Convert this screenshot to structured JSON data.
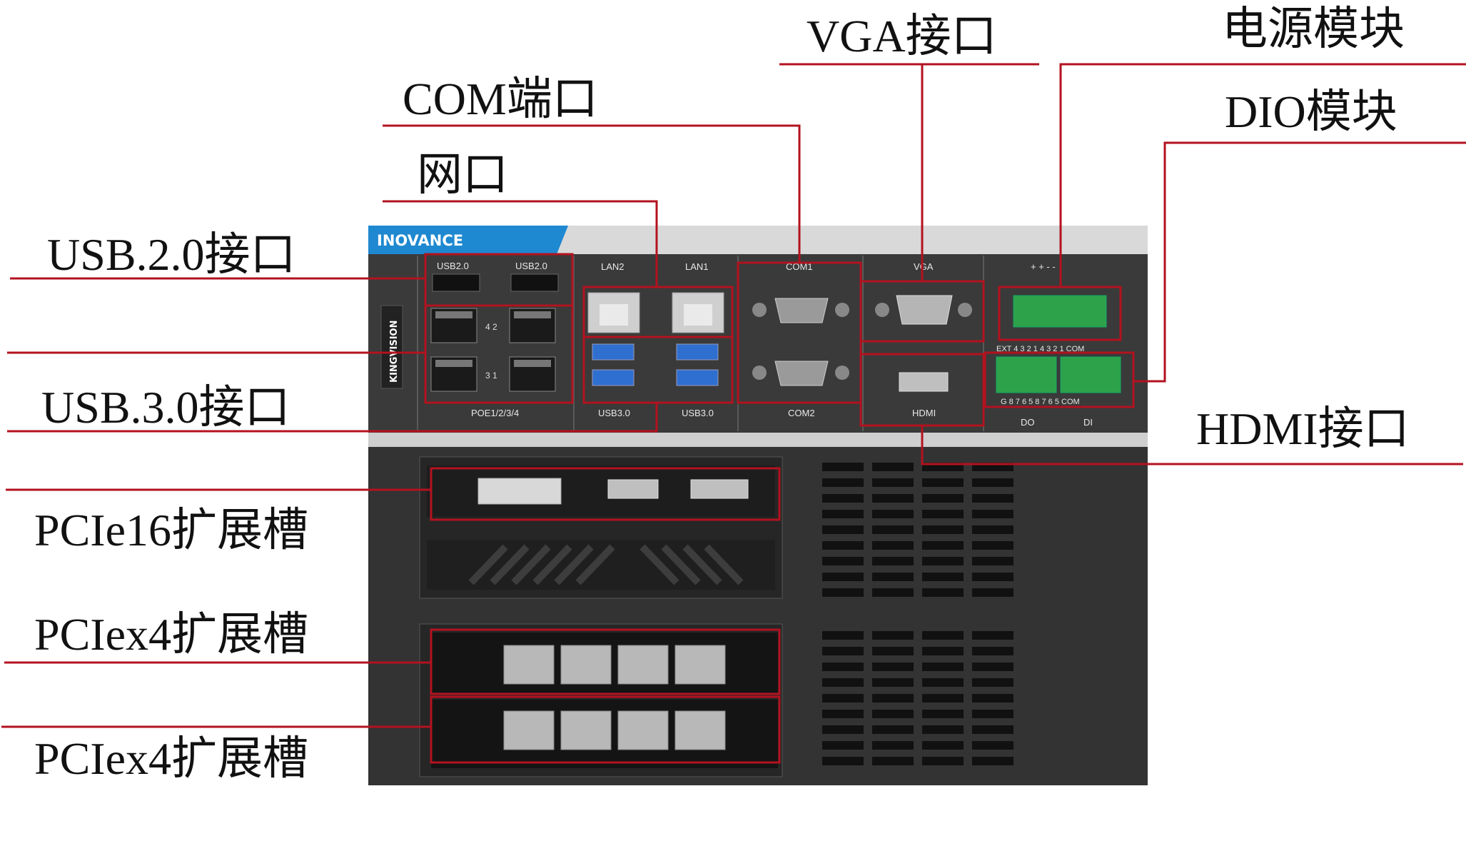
{
  "brand": {
    "name": "INOVANCE",
    "vertical_logo": "KINGVISION",
    "accent": "#1e88d0"
  },
  "callouts": {
    "usb2": "USB.2.0接口",
    "com": "COM端口",
    "lan": "网口",
    "vga": "VGA接口",
    "power": "电源模块",
    "dio": "DIO模块",
    "usb3": "USB.3.0接口",
    "hdmi": "HDMI接口",
    "pcie16": "PCIe16扩展槽",
    "pciex4_a": "PCIex4扩展槽",
    "pciex4_b": "PCIex4扩展槽"
  },
  "port_labels": {
    "usb2_a": "USB2.0",
    "usb2_b": "USB2.0",
    "lan2": "LAN2",
    "lan1": "LAN1",
    "com1": "COM1",
    "vga": "VGA",
    "poe": "POE1/2/3/4",
    "usb3_a": "USB3.0",
    "usb3_b": "USB3.0",
    "com2": "COM2",
    "hdmi": "HDMI",
    "power_top": "+ + - -",
    "dio_top": "EXT 4  3  2  1    4  3  2  1 COM",
    "dio_bottom": "G  8  7  6  5    8  7  6  5 COM",
    "do": "DO",
    "di": "DI",
    "poe_tag_42": "4 2",
    "poe_tag_31": "3 1"
  },
  "colors": {
    "callout_line": "#b3121f",
    "panel": "#3a3a3a",
    "panel_dark": "#2b2b2b"
  }
}
